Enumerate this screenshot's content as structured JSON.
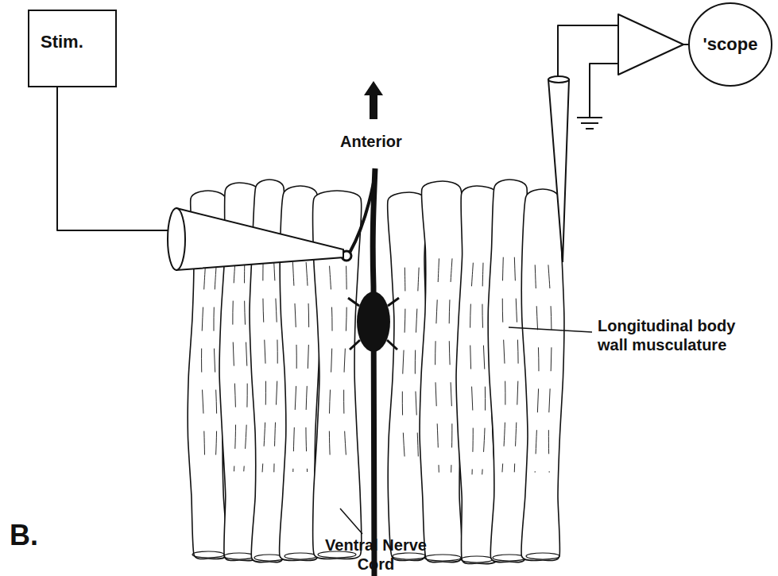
{
  "diagram": {
    "nodes": [
      {
        "text": [
          "Stim."
        ]
      },
      {
        "text": [
          "'scope"
        ]
      }
    ],
    "labels": [
      "Anterior",
      "Longitudinal body wall musculature",
      "Ventral Nerve Cord",
      "B."
    ]
  }
}
